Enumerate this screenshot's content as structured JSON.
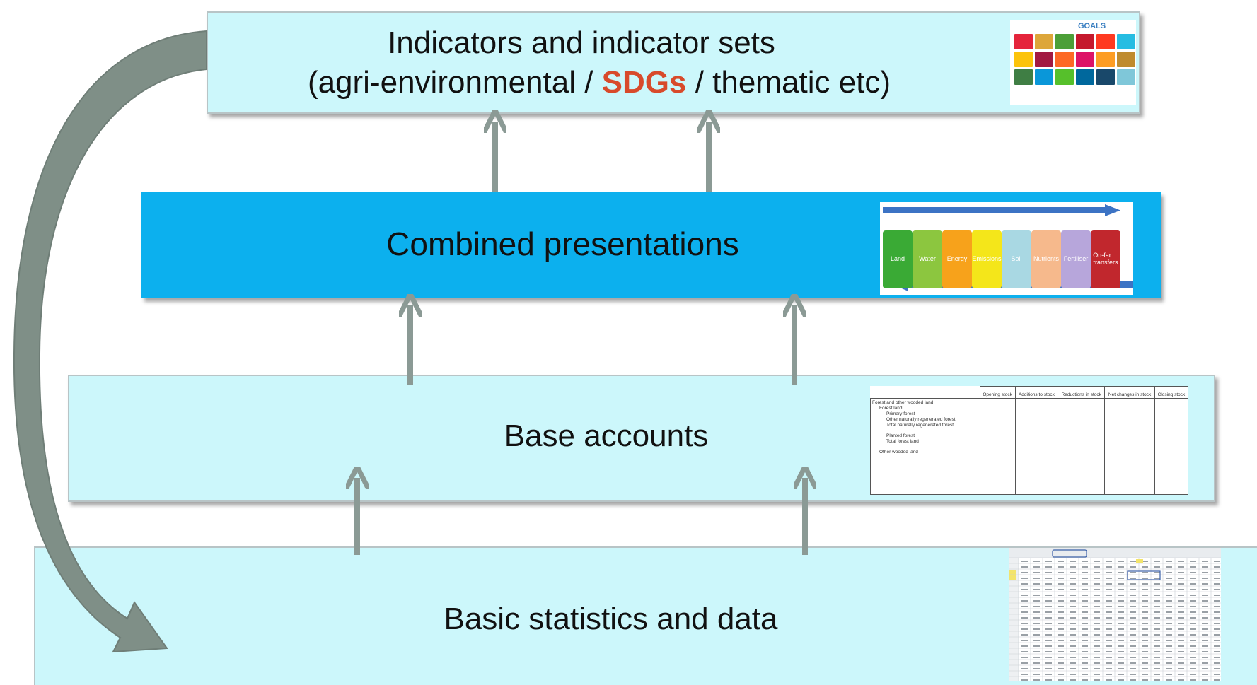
{
  "layers": {
    "indicators": {
      "line1": "Indicators and indicator sets",
      "line2_prefix": "(agri-environmental / ",
      "line2_highlight": "SDGs",
      "line2_suffix": " / thematic etc)"
    },
    "combined": {
      "title": "Combined presentations"
    },
    "base": {
      "title": "Base accounts"
    },
    "basic": {
      "title": "Basic statistics and data"
    }
  },
  "sdg_thumbnail": {
    "header": "GOALS",
    "colors": [
      "#e5243b",
      "#dda63a",
      "#4c9f38",
      "#c5192d",
      "#ff3a21",
      "#26bde2",
      "#fcc30b",
      "#a21942",
      "#fd6925",
      "#dd1367",
      "#fd9d24",
      "#bf8b2e",
      "#3f7e44",
      "#0a97d9",
      "#56c02b",
      "#00689d",
      "#19486a",
      "#7fc7d9"
    ]
  },
  "flow_thumbnail": {
    "cells": [
      {
        "label": "Land",
        "color": "#3aaa35"
      },
      {
        "label": "Water",
        "color": "#8cc63f"
      },
      {
        "label": "Energy",
        "color": "#f7a21b"
      },
      {
        "label": "Emissions",
        "color": "#f4e61a"
      },
      {
        "label": "Soil",
        "color": "#a9d8e3"
      },
      {
        "label": "Nutrients",
        "color": "#f6b98c"
      },
      {
        "label": "Fertiliser",
        "color": "#b7a6db"
      },
      {
        "label": "On-far ... transfers",
        "color": "#c1272d"
      }
    ],
    "arrow_color": "#3c73c4"
  },
  "account_thumbnail": {
    "headers": [
      "Opening stock",
      "Additions to stock",
      "Reductions in stock",
      "Net changes in stock",
      "Closing stock"
    ],
    "rows": [
      "Forest and other wooded land",
      "Forest land",
      "Primary forest",
      "Other naturally regenerated forest",
      "Total naturally regenerated forest",
      "Planted forest",
      "Total forest land",
      "Other wooded land"
    ]
  },
  "colors": {
    "light_box": "#ccf7fb",
    "combined_box": "#0cb0ee",
    "arrow": "#8b9a95",
    "highlight": "#d84a2b"
  }
}
